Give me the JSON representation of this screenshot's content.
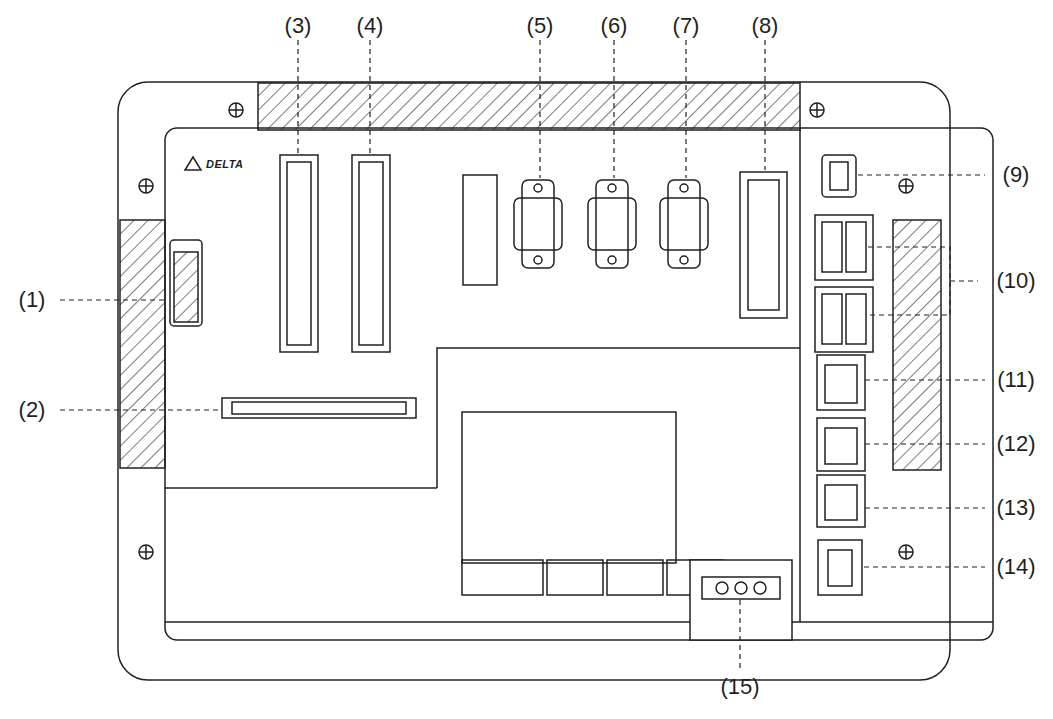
{
  "diagram": {
    "labels": [
      "(3)",
      "(4)",
      "(5)",
      "(6)",
      "(7)",
      "(8)",
      "(1)",
      "(9)",
      "(10)",
      "(11)",
      "(2)",
      "(12)",
      "(13)",
      "(14)",
      "(15)",
      "DELTA"
    ]
  }
}
